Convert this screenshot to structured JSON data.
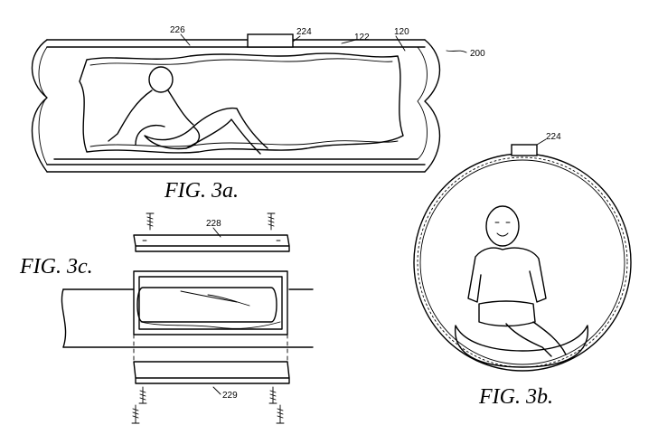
{
  "figures": {
    "fig3a": {
      "caption": "FIG. 3a.",
      "refs": {
        "r226": "226",
        "r224": "224",
        "r122": "122",
        "r120": "120",
        "r200": "200"
      }
    },
    "fig3b": {
      "caption": "FIG. 3b.",
      "refs": {
        "r224": "224"
      }
    },
    "fig3c": {
      "caption": "FIG. 3c.",
      "refs": {
        "r228": "228",
        "r229": "229"
      }
    }
  },
  "colors": {
    "ink": "#000000",
    "paper": "#ffffff"
  }
}
